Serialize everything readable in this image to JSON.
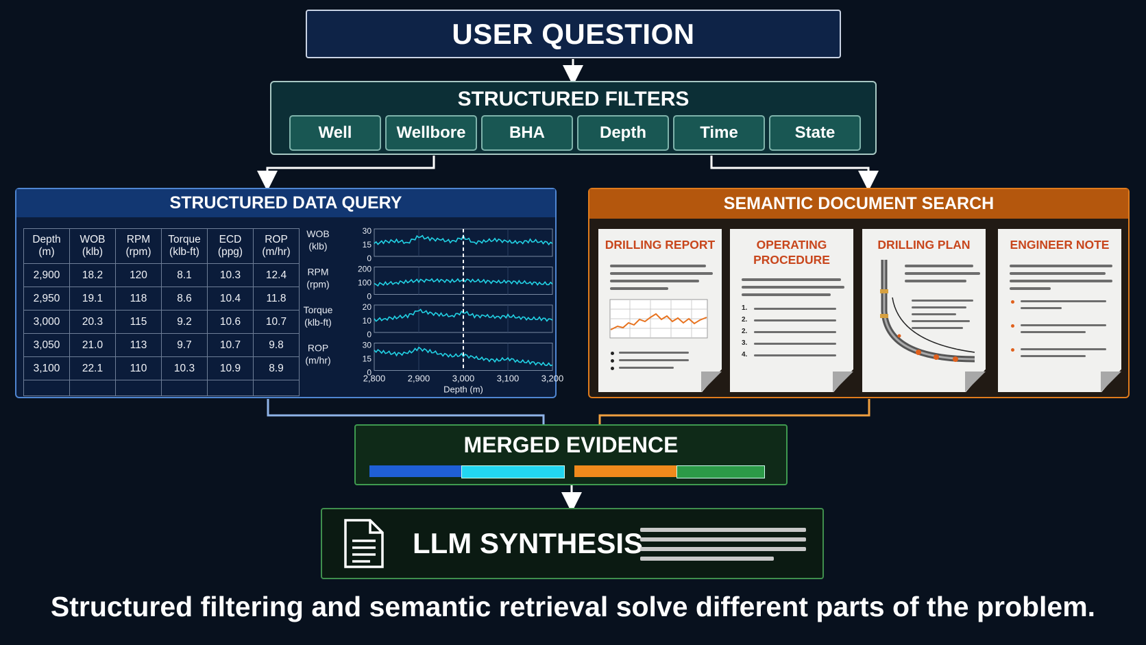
{
  "user_question": "USER QUESTION",
  "filters": {
    "title": "STRUCTURED FILTERS",
    "items": [
      "Well",
      "Wellbore",
      "BHA",
      "Depth",
      "Time",
      "State"
    ]
  },
  "data_query": {
    "title": "STRUCTURED DATA QUERY",
    "columns": [
      [
        "Depth",
        "(m)"
      ],
      [
        "WOB",
        "(klb)"
      ],
      [
        "RPM",
        "(rpm)"
      ],
      [
        "Torque",
        "(klb-ft)"
      ],
      [
        "ECD",
        "(ppg)"
      ],
      [
        "ROP",
        "(m/hr)"
      ]
    ],
    "rows": [
      [
        "2,900",
        "18.2",
        "120",
        "8.1",
        "10.3",
        "12.4"
      ],
      [
        "2,950",
        "19.1",
        "118",
        "8.6",
        "10.4",
        "11.8"
      ],
      [
        "3,000",
        "20.3",
        "115",
        "9.2",
        "10.6",
        "10.7"
      ],
      [
        "3,050",
        "21.0",
        "113",
        "9.7",
        "10.7",
        "9.8"
      ],
      [
        "3,100",
        "22.1",
        "110",
        "10.3",
        "10.9",
        "8.9"
      ]
    ]
  },
  "chart_data": {
    "type": "line",
    "xlabel": "Depth (m)",
    "x_ticks": [
      "2,800",
      "2,900",
      "3,000",
      "3,100",
      "3,200"
    ],
    "xlim": [
      2800,
      3200
    ],
    "marker_x": 3000,
    "panels": [
      {
        "label": [
          "WOB",
          "(klb)"
        ],
        "yticks": [
          "30",
          "15",
          "0"
        ],
        "ylim": [
          0,
          30
        ],
        "x": [
          2800,
          2825,
          2850,
          2875,
          2900,
          2925,
          2950,
          2975,
          3000,
          3025,
          3050,
          3075,
          3100,
          3125,
          3150,
          3175,
          3200
        ],
        "values": [
          14,
          16,
          17,
          15,
          22,
          19,
          18,
          16,
          21,
          15,
          17,
          18,
          16,
          15,
          17,
          16,
          14
        ]
      },
      {
        "label": [
          "RPM",
          "(rpm)"
        ],
        "yticks": [
          "200",
          "100",
          "0"
        ],
        "ylim": [
          0,
          200
        ],
        "x": [
          2800,
          2825,
          2850,
          2875,
          2900,
          2925,
          2950,
          2975,
          3000,
          3025,
          3050,
          3075,
          3100,
          3125,
          3150,
          3175,
          3200
        ],
        "values": [
          70,
          80,
          85,
          95,
          100,
          102,
          100,
          98,
          105,
          100,
          95,
          90,
          92,
          88,
          85,
          80,
          75
        ]
      },
      {
        "label": [
          "Torque",
          "(klb-ft)"
        ],
        "yticks": [
          "20",
          "10",
          "0"
        ],
        "ylim": [
          0,
          20
        ],
        "x": [
          2800,
          2825,
          2850,
          2875,
          2900,
          2925,
          2950,
          2975,
          3000,
          3025,
          3050,
          3075,
          3100,
          3125,
          3150,
          3175,
          3200
        ],
        "values": [
          9,
          10,
          11,
          12,
          16,
          14,
          13,
          12,
          15,
          12,
          12,
          11,
          12,
          11,
          10,
          10,
          9
        ]
      },
      {
        "label": [
          "ROP",
          "(m/hr)"
        ],
        "yticks": [
          "30",
          "15",
          "0"
        ],
        "ylim": [
          0,
          30
        ],
        "x": [
          2800,
          2825,
          2850,
          2875,
          2900,
          2925,
          2950,
          2975,
          3000,
          3025,
          3050,
          3075,
          3100,
          3125,
          3150,
          3175,
          3200
        ],
        "values": [
          22,
          20,
          18,
          19,
          24,
          21,
          18,
          16,
          17,
          14,
          12,
          11,
          13,
          10,
          9,
          7,
          6
        ]
      }
    ],
    "line_color": "#22d3e6"
  },
  "semantic_search": {
    "title": "SEMANTIC DOCUMENT SEARCH",
    "docs": [
      {
        "title": "DRILLING REPORT"
      },
      {
        "title": "OPERATING PROCEDURE"
      },
      {
        "title": "DRILLING PLAN"
      },
      {
        "title": "ENGINEER NOTE"
      }
    ],
    "procedure_numbers": [
      "1.",
      "2.",
      "2.",
      "3.",
      "4."
    ]
  },
  "merged": {
    "title": "MERGED EVIDENCE",
    "segments": [
      {
        "color": "#1f5fd6",
        "share": 0.18
      },
      {
        "color": "#22d6f0",
        "share": 0.2
      },
      {
        "color": "#f08a1c",
        "share": 0.2
      },
      {
        "color": "#2c9a48",
        "share": 0.17
      }
    ]
  },
  "llm": {
    "title": "LLM SYNTHESIS",
    "icon": "document-icon"
  },
  "caption": "Structured filtering and semantic retrieval solve different parts of the problem.",
  "colors": {
    "data": "#4f86d2",
    "semantic": "#e07b1c",
    "merged": "#3f9b50"
  }
}
